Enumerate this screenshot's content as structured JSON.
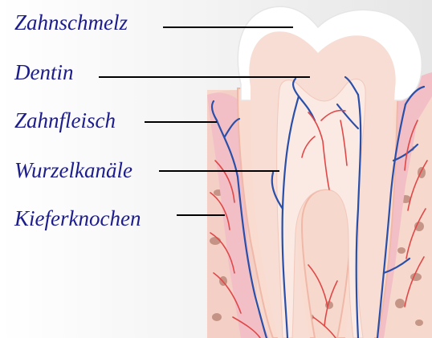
{
  "labels": {
    "enamel": "Zahnschmelz",
    "dentin": "Dentin",
    "gum": "Zahnfleisch",
    "root_canals": "Wurzelkanäle",
    "jaw_bone": "Kieferknochen"
  },
  "colors": {
    "label_text": "#1c1c8c",
    "leader_line": "#000000",
    "enamel": "#ffffff",
    "dentin": "#f6d9cf",
    "gum": "#f4c6c8",
    "bone": "#f6d8cc",
    "bone_spots": "#b07868",
    "nerve": "#2a4fa8",
    "blood_vessel": "#e04848"
  }
}
